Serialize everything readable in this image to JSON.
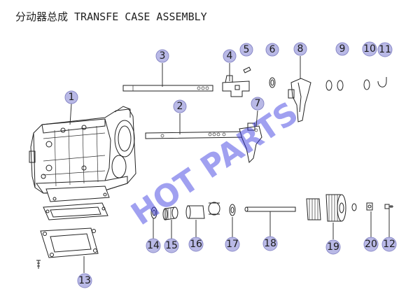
{
  "title": "分动器总成 TRANSFE CASE ASSEMBLY",
  "watermark": "HOT PARTS",
  "colors": {
    "callout_fill": "#b9b9e6",
    "callout_stroke": "#8a8ac8",
    "watermark": "#2e2ee0"
  },
  "callouts": [
    "1",
    "2",
    "3",
    "4",
    "5",
    "6",
    "7",
    "8",
    "9",
    "10",
    "11",
    "12",
    "13",
    "14",
    "15",
    "16",
    "17",
    "18",
    "19",
    "20"
  ]
}
